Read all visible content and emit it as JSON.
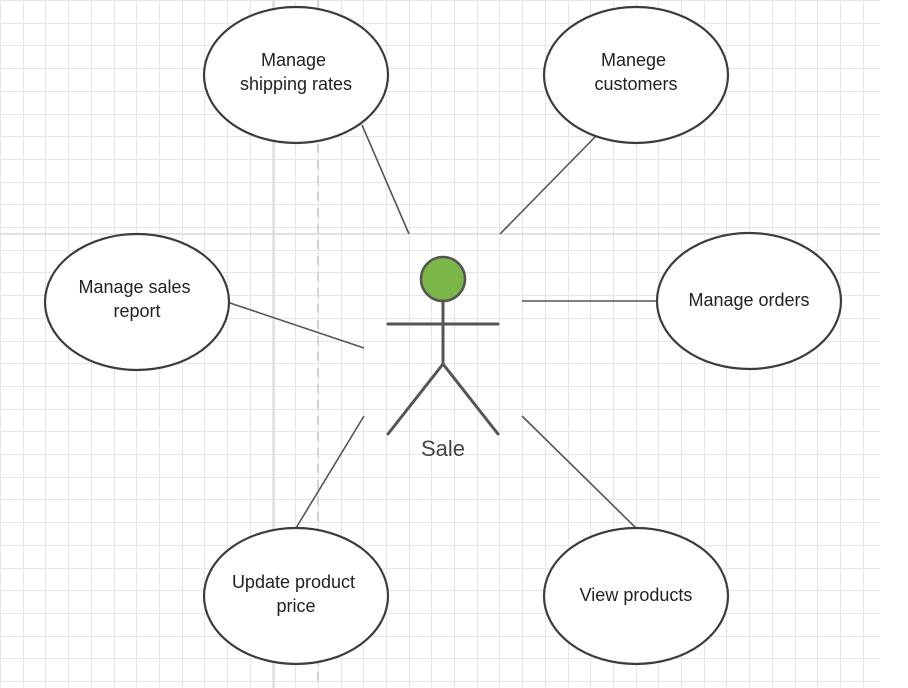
{
  "diagram": {
    "type": "use-case",
    "actor": {
      "name": "Sale",
      "head_color": "#7ab648"
    },
    "use_cases": [
      {
        "id": "shipping",
        "lines": [
          "Manage",
          "shipping rates"
        ]
      },
      {
        "id": "customers",
        "lines": [
          "Manege",
          "customers"
        ]
      },
      {
        "id": "sales-report",
        "lines": [
          "Manage sales",
          "report"
        ]
      },
      {
        "id": "orders",
        "lines": [
          "Manage orders"
        ]
      },
      {
        "id": "update-price",
        "lines": [
          "Update product",
          "price"
        ]
      },
      {
        "id": "view-products",
        "lines": [
          "View products"
        ]
      }
    ],
    "associations": [
      {
        "from": "Sale",
        "to": "shipping"
      },
      {
        "from": "Sale",
        "to": "customers"
      },
      {
        "from": "Sale",
        "to": "sales-report"
      },
      {
        "from": "Sale",
        "to": "orders"
      },
      {
        "from": "Sale",
        "to": "update-price"
      },
      {
        "from": "Sale",
        "to": "view-products"
      }
    ]
  }
}
